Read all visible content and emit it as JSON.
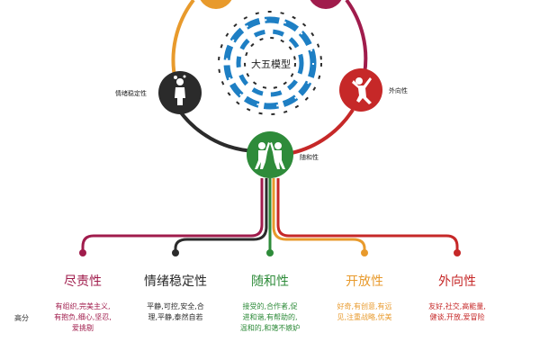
{
  "center_label": "大五模型",
  "node_labels": {
    "neuroticism": "情绪稳定性",
    "extraversion": "外向性",
    "agreeableness": "随和性"
  },
  "traits": [
    {
      "key": "conscientiousness",
      "title": "尽责性",
      "color": "#a01c4c",
      "description": "有组织,完美主义,\n有抱负,细心,坚忍,\n爱挑剔"
    },
    {
      "key": "neuroticism",
      "title": "情绪稳定性",
      "color": "#2b2b2b",
      "description": "平静,可控,安全,合\n理,平静,泰然自若"
    },
    {
      "key": "agreeableness",
      "title": "随和性",
      "color": "#2e8b3a",
      "description": "接受的,合作者,促\n进和谐,有帮助的,\n温和的,和蔼不嫉妒"
    },
    {
      "key": "openness",
      "title": "开放性",
      "color": "#e89a2c",
      "description": "好奇,有创意,有远\n见,注重战略,优美"
    },
    {
      "key": "extraversion",
      "title": "外向性",
      "color": "#c62828",
      "description": "友好,社交,高能量,\n健谈,开放,爱冒险"
    }
  ],
  "row_label": "高分",
  "colors": {
    "ring_left": "#e89a2c",
    "ring_right": "#a01c4c",
    "ring_bottom_right": "#c62828",
    "ring_bottom_left": "#2b2b2b",
    "dna_blue": "#1e7fc4",
    "green": "#2e8b3a",
    "red": "#c62828",
    "black": "#2b2b2b",
    "orange": "#e89a2c",
    "maroon": "#a01c4c"
  },
  "icons": {
    "dna": "dna-helix-ring-icon",
    "neuroticism": "calm-person-icon",
    "extraversion": "jumping-person-icon",
    "agreeableness": "two-people-high-five-icon"
  }
}
